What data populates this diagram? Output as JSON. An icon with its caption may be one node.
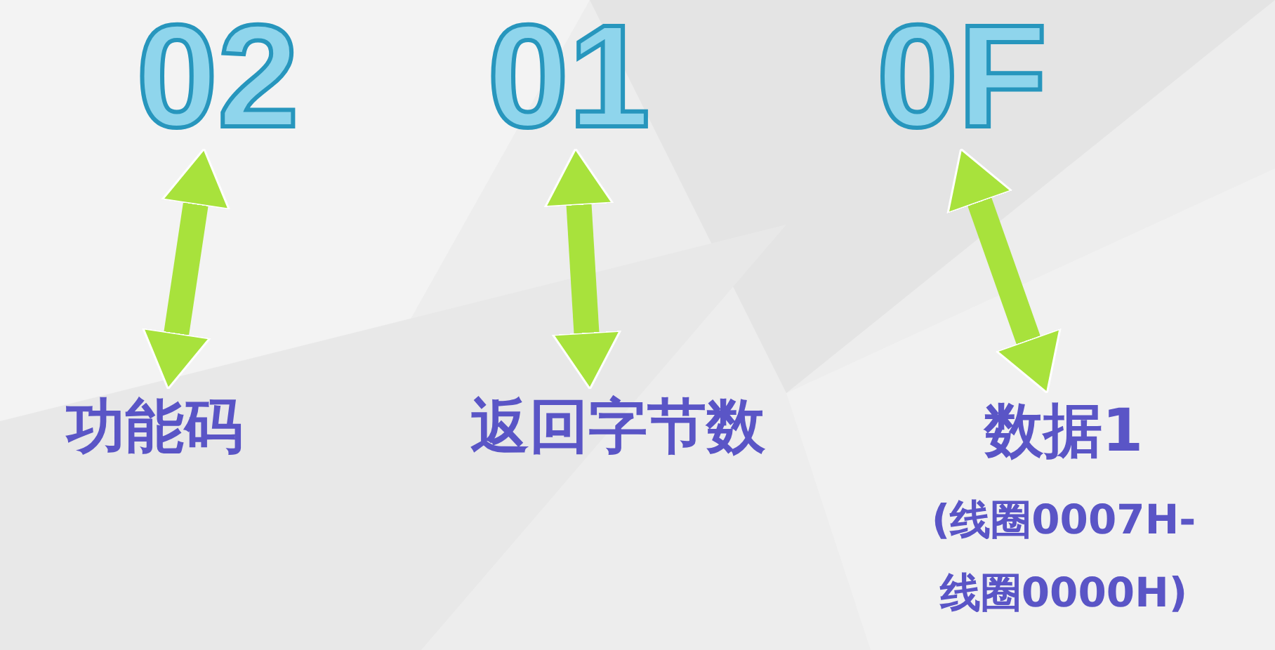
{
  "diagram": {
    "nodes": [
      {
        "text": [
          "02"
        ]
      },
      {
        "text": [
          "01"
        ]
      },
      {
        "text": [
          "0F"
        ]
      },
      {
        "text": [
          "功能码"
        ]
      },
      {
        "text": [
          "返回字节数"
        ]
      },
      {
        "text": [
          "数据1",
          "(线圈0007H-线圈0000H)"
        ]
      }
    ],
    "edges": [
      {
        "from": 0,
        "to": 3,
        "arrow": "both"
      },
      {
        "from": 1,
        "to": 4,
        "arrow": "both"
      },
      {
        "from": 2,
        "to": 5,
        "arrow": "both"
      }
    ]
  }
}
